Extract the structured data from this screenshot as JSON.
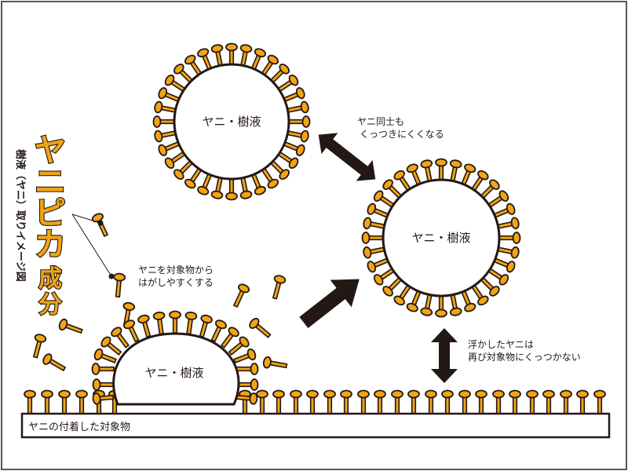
{
  "title": {
    "main": "ヤニピカ",
    "sub": "成分",
    "color": "#f2a414"
  },
  "subtitle": "樹液（ヤニ）取りイメージ図",
  "droplets": {
    "top": "ヤニ・樹液",
    "right": "ヤニ・樹液",
    "bottom": "ヤニ・樹液"
  },
  "captions": {
    "agent_line1": "ヤニを対象物から",
    "agent_line2": "はがしやすくする",
    "mutual_line1": "ヤニ同士も",
    "mutual_line2": "くっつきにくくなる",
    "float_line1": "浮かしたヤニは",
    "float_line2": "再び対象物にくっつかない"
  },
  "surface_label": "ヤニの付着した対象物",
  "colors": {
    "accent": "#f2a414",
    "outline": "#231815",
    "frame": "#595757",
    "background": "#ffffff"
  },
  "icons": {
    "molecule": "pin-shaped-surfactant-icon",
    "arrow": "block-arrow-icon"
  }
}
